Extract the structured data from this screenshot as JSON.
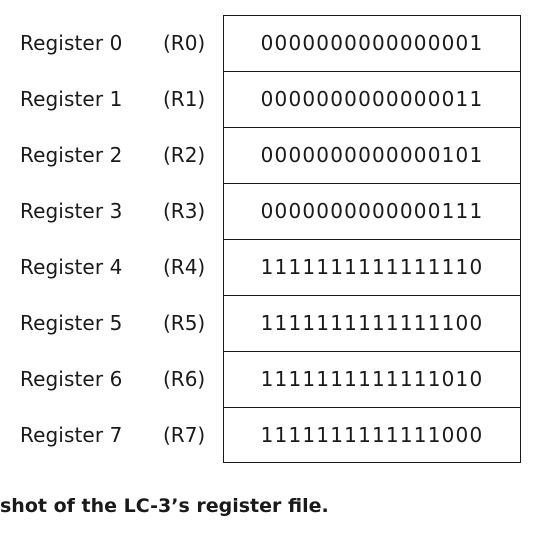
{
  "registers": [
    {
      "name": "Register 0",
      "abbr": "(R0)",
      "value": "0000000000000001"
    },
    {
      "name": "Register 1",
      "abbr": "(R1)",
      "value": "0000000000000011"
    },
    {
      "name": "Register 2",
      "abbr": "(R2)",
      "value": "0000000000000101"
    },
    {
      "name": "Register 3",
      "abbr": "(R3)",
      "value": "0000000000000111"
    },
    {
      "name": "Register 4",
      "abbr": "(R4)",
      "value": "1111111111111110"
    },
    {
      "name": "Register 5",
      "abbr": "(R5)",
      "value": "1111111111111100"
    },
    {
      "name": "Register 6",
      "abbr": "(R6)",
      "value": "1111111111111010"
    },
    {
      "name": "Register 7",
      "abbr": "(R7)",
      "value": "1111111111111000"
    }
  ],
  "caption": "shot of the LC-3’s register file."
}
